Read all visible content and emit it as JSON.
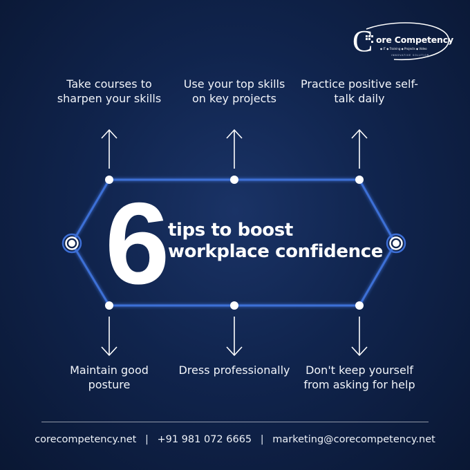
{
  "brand": {
    "logo_letter": "C",
    "name": "ore Competency",
    "services": "◆ IT   ◆ Training   ◆ Projects   ◆ Video",
    "tagline": "INNOVATIVE SOLUTION"
  },
  "headline": {
    "number": "6",
    "line1": "tips to boost",
    "line2": "workplace confidence"
  },
  "tips_top": [
    {
      "text": "Take courses to sharpen your skills"
    },
    {
      "text": "Use your top skills on key projects"
    },
    {
      "text": "Practice positive self-talk daily"
    }
  ],
  "tips_bottom": [
    {
      "text": "Maintain good posture"
    },
    {
      "text": "Dress professionally"
    },
    {
      "text": "Don't keep yourself from asking for help"
    }
  ],
  "footer": {
    "website": "corecompetency.net",
    "phone": "+91 981 072 6665",
    "email": "marketing@corecompetency.net",
    "separator": "|"
  },
  "colors": {
    "background": "#10244d",
    "accent_line": "#3d6fd6",
    "node": "#ffffff"
  }
}
